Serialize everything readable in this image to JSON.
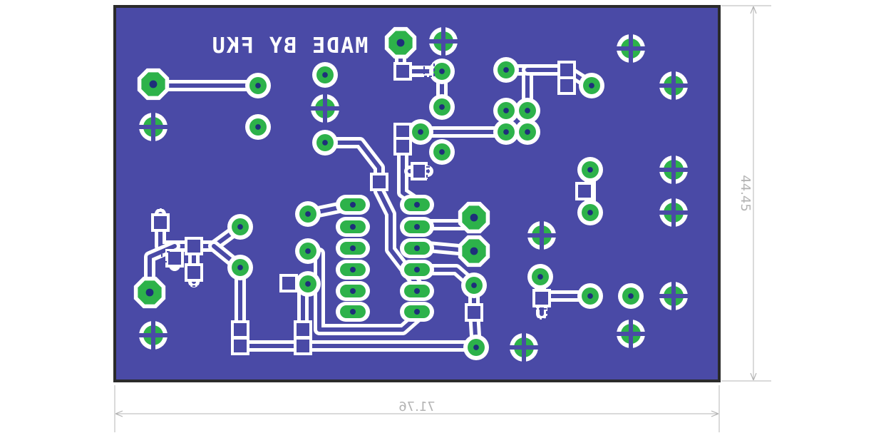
{
  "board": {
    "silkscreen_text": "MADE BY FKU",
    "width_label": "71.76",
    "height_label": "44.45",
    "colors": {
      "copper": "#4a4aa6",
      "pad": "#2db24a",
      "hole": "#1e2f7a",
      "outline": "#2b2b2b",
      "dimension": "#b4b4b4",
      "isolation": "#ffffff"
    }
  }
}
